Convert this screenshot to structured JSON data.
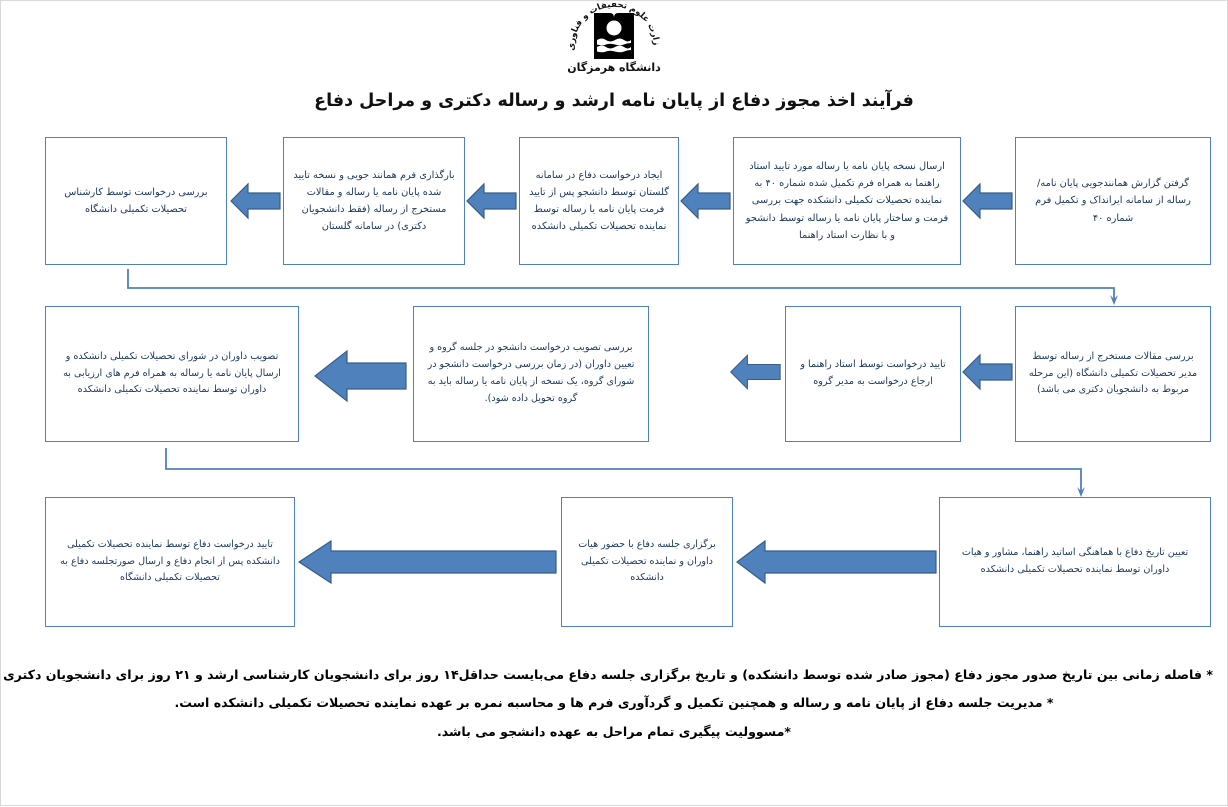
{
  "header": {
    "logo_arc_text": "وزارت علوم تحقیقات و فناوری",
    "logo_caption": "دانشگاه هرمزگان",
    "title": "فرآیند اخذ مجوز دفاع از پایان نامه ارشد و رساله دکتری و مراحل دفاع"
  },
  "flow": {
    "rows": [
      {
        "nodes": [
          {
            "id": "n1",
            "text": "گرفتن گزارش همانندجویی  پایان نامه/ رساله از سامانه ایرانداک و تکمیل فرم شماره ۴۰"
          },
          {
            "id": "n2",
            "text": "ارسال نسخه پایان نامه یا رساله مورد تایید استاد راهنما به همراه فرم تکمیل شده شماره ۴۰ به نماینده تحصیلات تکمیلی دانشکده جهت بررسی فرمت و ساختار پایان نامه یا رساله توسط دانشجو و با نظارت استاد راهنما"
          },
          {
            "id": "n3",
            "text": "ایجاد درخواست دفاع در سامانه گلستان توسط دانشجو پس از تایید فرمت پایان نامه یا رساله توسط نماینده تحصیلات تکمیلی دانشکده"
          },
          {
            "id": "n4",
            "text": "بارگذاری فرم همانند جویی و نسخه تایید شده پایان نامه یا رساله و مقالات مستخرج از رساله (فقط دانشجویان دکتری) در سامانه گلستان"
          },
          {
            "id": "n5",
            "text": "بررسی درخواست توسط کارشناس تحصیلات تکمیلی دانشگاه"
          }
        ]
      },
      {
        "nodes": [
          {
            "id": "n6",
            "text": "بررسی مقالات مستخرج از رساله توسط مدیر تحصیلات تکمیلی دانشگاه (این مرحله مربوط به دانشجویان دکتری می باشد)"
          },
          {
            "id": "n7",
            "text": "تایید درخواست توسط استاد راهنما و ارجاع درخواست به مدیر گروه"
          },
          {
            "id": "n8",
            "text": "بررسی تصویب درخواست دانشجو در جلسه گروه و تعیین داوران (در زمان بررسی درخواست دانشجو در شورای گروه، یک نسخه از پایان نامه یا رساله باید به گروه تحویل داده شود)."
          },
          {
            "id": "n9",
            "text": "تصویب داوران در شورای تحصیلات تکمیلی دانشکده و ارسال پایان نامه یا رساله به همراه فرم های ارزیابی به داوران توسط نماینده تحصیلات تکمیلی دانشکده"
          }
        ]
      },
      {
        "nodes": [
          {
            "id": "n10",
            "text": "تعیین تاریخ دفاع با هماهنگی اساتید راهنما، مشاور و هیات داوران توسط نماینده تحصیلات تکمیلی دانشکده"
          },
          {
            "id": "n11",
            "text": "برگزاری جلسه دفاع با حضور هیات داوران و نماینده تحصیلات تکمیلی دانشکده"
          },
          {
            "id": "n12",
            "text": "تایید درخواست دفاع توسط نماینده تحصیلات تکمیلی دانشکده پس از انجام دفاع و ارسال صورتجلسه دفاع به تحصیلات تکمیلی دانشگاه"
          }
        ]
      }
    ]
  },
  "notes": [
    "* فاصله زمانی بین تاریخ صدور مجوز دفاع (مجوز صادر شده توسط دانشکده) و تاریخ برگزاری جلسه دفاع می‌بایست حداقل۱۴ روز برای دانشجویان کارشناسی ارشد و ۲۱ روز برای دانشجویان دکتری باشد.",
    "* مدیریت جلسه دفاع از پایان نامه و رساله و همچنین تکمیل و گردآوری فرم ها و محاسبه نمره بر عهده نماینده تحصیلات تکمیلی دانشکده است.",
    "*مسوولیت پیگیری تمام مراحل به عهده دانشجو می باشد."
  ],
  "colors": {
    "box_border": "#4f81bd",
    "box_text": "#17365d",
    "arrow_fill": "#4f81bd",
    "arrow_stroke": "#385d8a",
    "connector": "#4f81bd",
    "page_border": "#d9d9d9"
  }
}
